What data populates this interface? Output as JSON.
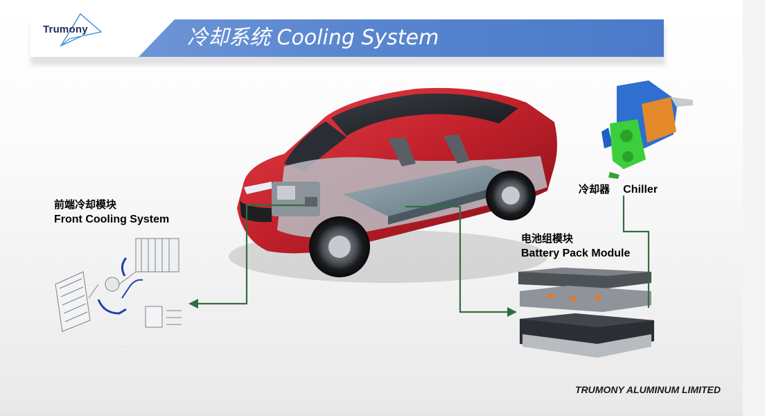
{
  "header": {
    "logo_text": "Trumony",
    "title": "冷却系统 Cooling System"
  },
  "labels": {
    "front_cooling_zh": "前端冷却模块",
    "front_cooling_en": "Front Cooling System",
    "chiller_zh": "冷却器",
    "chiller_en": "Chiller",
    "battery_zh": "电池组模块",
    "battery_en": "Battery Pack Module"
  },
  "footer": {
    "company": "TRUMONY ALUMINUM LIMITED"
  },
  "colors": {
    "header_blue": "#5a86d0",
    "connector_green": "#2f6e42",
    "car_red": "#c0202a",
    "chiller_blue": "#2f6fd0",
    "chiller_orange": "#e48a2a",
    "chiller_green": "#3ccf3c"
  }
}
